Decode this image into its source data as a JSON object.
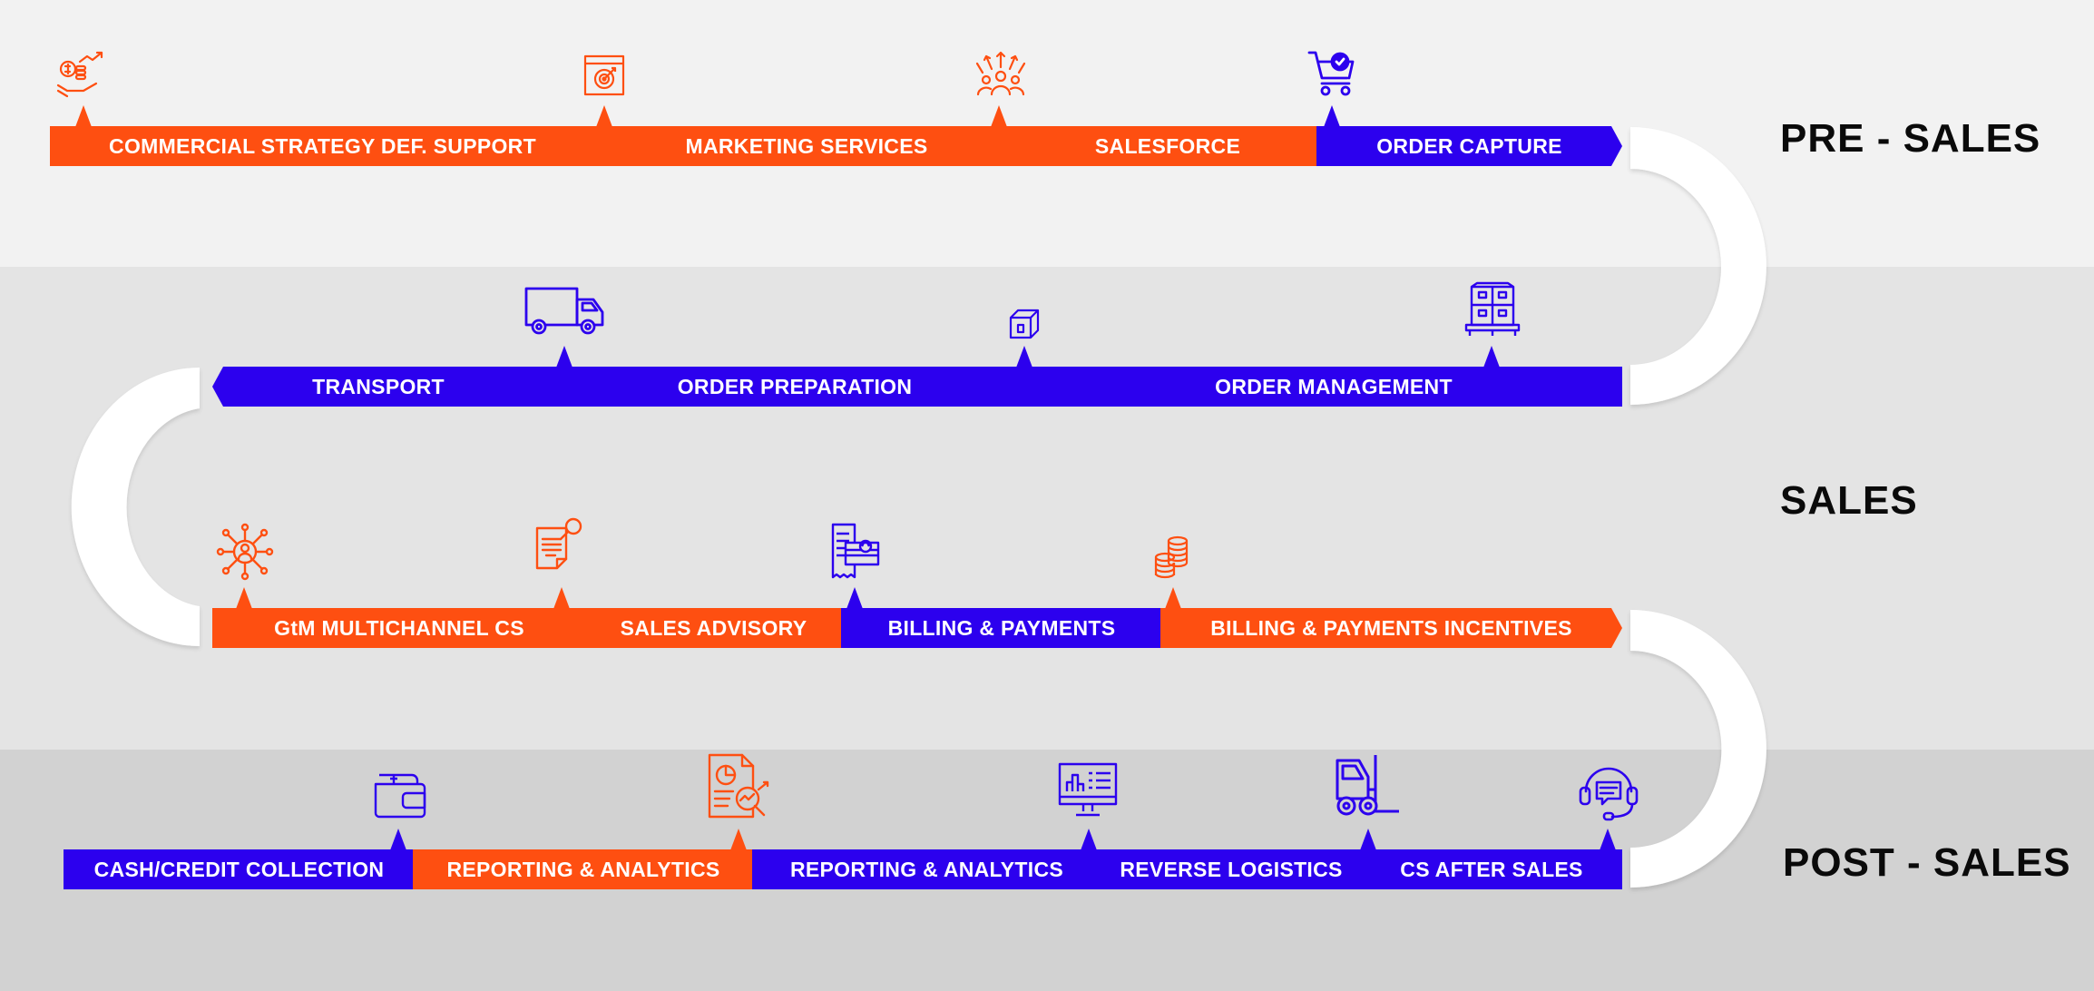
{
  "colors": {
    "orange": "#fe4f11",
    "blue": "#2c00ee",
    "band_top": "#f2f2f2",
    "band_mid": "#e4e4e4",
    "band_bot": "#d2d2d2"
  },
  "phases": {
    "pre_sales": "PRE - SALES",
    "sales": "SALES",
    "post_sales": "POST - SALES"
  },
  "row1": [
    {
      "label": "COMMERCIAL STRATEGY DEF. SUPPORT",
      "color": "orange",
      "icon": "money-growth-hand-icon"
    },
    {
      "label": "MARKETING SERVICES",
      "color": "orange",
      "icon": "target-screen-icon"
    },
    {
      "label": "SALESFORCE",
      "color": "orange",
      "icon": "team-arrows-icon"
    },
    {
      "label": "ORDER CAPTURE",
      "color": "blue",
      "icon": "cart-check-icon"
    }
  ],
  "row2": [
    {
      "label": "TRANSPORT",
      "color": "blue",
      "icon": "truck-icon"
    },
    {
      "label": "ORDER PREPARATION",
      "color": "blue",
      "icon": "box-icon"
    },
    {
      "label": "ORDER MANAGEMENT",
      "color": "blue",
      "icon": "pallet-boxes-icon"
    }
  ],
  "row3": [
    {
      "label": "GtM MULTICHANNEL CS",
      "color": "orange",
      "icon": "network-user-icon"
    },
    {
      "label": "SALES ADVISORY",
      "color": "orange",
      "icon": "document-search-icon"
    },
    {
      "label": "BILLING & PAYMENTS",
      "color": "blue",
      "icon": "receipt-card-icon"
    },
    {
      "label": "BILLING & PAYMENTS INCENTIVES",
      "color": "orange",
      "icon": "coin-stack-icon"
    }
  ],
  "row4": [
    {
      "label": "CASH/CREDIT COLLECTION",
      "color": "blue",
      "icon": "wallet-icon"
    },
    {
      "label": "REPORTING & ANALYTICS",
      "color": "orange",
      "icon": "report-analysis-icon"
    },
    {
      "label": "REPORTING & ANALYTICS",
      "color": "blue",
      "icon": "monitor-dashboard-icon"
    },
    {
      "label": "REVERSE LOGISTICS",
      "color": "blue",
      "icon": "forklift-icon"
    },
    {
      "label": "CS AFTER SALES",
      "color": "blue",
      "icon": "headset-icon"
    }
  ]
}
